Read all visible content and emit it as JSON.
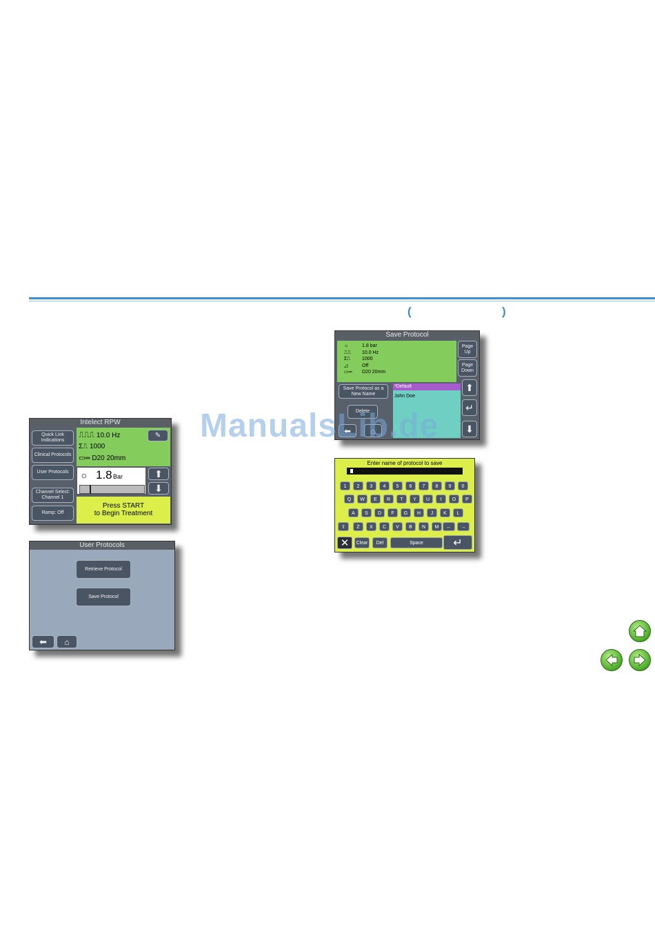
{
  "header": {
    "paren_open": "(",
    "paren_close": ")"
  },
  "watermark": "ManualsLib.de",
  "screen_main": {
    "title": "Intelect RPW",
    "side_buttons": [
      "Quick Link Indications",
      "Clinical Protocols",
      "User Protocols",
      "Channel Select: Channel 1",
      "Ramp: Off"
    ],
    "freq": "10.0 Hz",
    "pulses": "1000",
    "applicator": "D20 20mm",
    "pressure_value": "1.8",
    "pressure_unit": "Bar",
    "start_line1": "Press START",
    "start_line2": "to Begin Treatment"
  },
  "screen_user": {
    "title": "User Protocols",
    "retrieve": "Retrieve Protocol",
    "save": "Save Protocol"
  },
  "screen_save": {
    "title": "Save Protocol",
    "params": [
      "1.8 bar",
      "10.0 Hz",
      "1000",
      "Off",
      "D20 20mm"
    ],
    "page_up": "Page Up",
    "page_down": "Page Down",
    "save_new": "Save Protocol as a New Name",
    "delete": "Delete",
    "list": [
      "*Default",
      "John Doe"
    ]
  },
  "screen_keyboard": {
    "prompt": "Enter name of protocol to save",
    "row1": [
      "1",
      "2",
      "3",
      "4",
      "5",
      "6",
      "7",
      "8",
      "9",
      "0"
    ],
    "row2": [
      "Q",
      "W",
      "E",
      "R",
      "T",
      "Y",
      "U",
      "I",
      "O",
      "P"
    ],
    "row3": [
      "A",
      "S",
      "D",
      "F",
      "G",
      "H",
      "J",
      "K",
      "L"
    ],
    "row4": [
      "Z",
      "X",
      "C",
      "V",
      "B",
      "N",
      "M"
    ],
    "clear": "Clear",
    "del": "Del",
    "space": "Space"
  },
  "nav": {
    "home": "home-icon",
    "prev": "prev-icon",
    "next": "next-icon"
  },
  "colors": {
    "accent": "#3a8fd0",
    "screen_green": "#84cc5c",
    "screen_yellow": "#dcee4a",
    "nav_green": "#4aaa28"
  }
}
